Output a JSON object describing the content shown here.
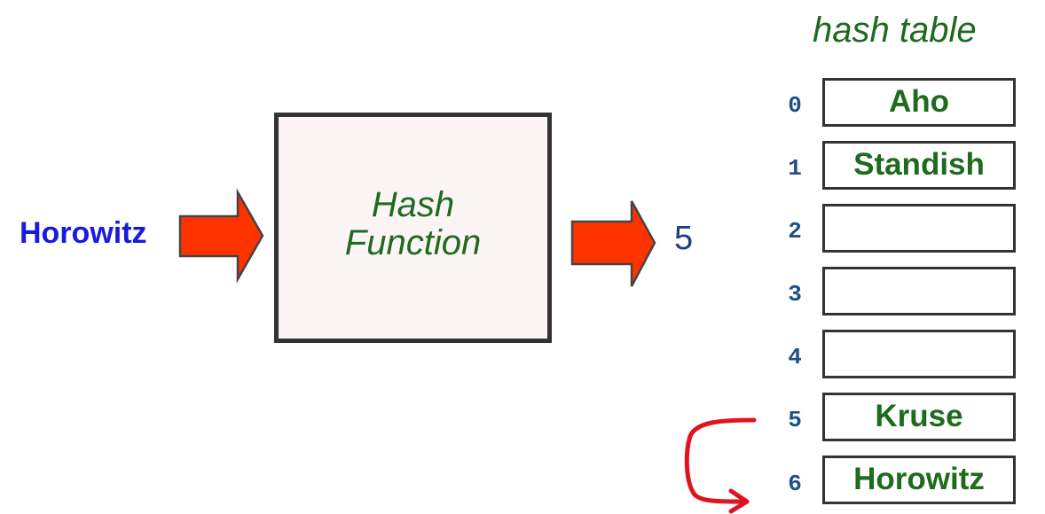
{
  "input": {
    "key": "Horowitz"
  },
  "hash_function": {
    "line1": "Hash",
    "line2": "Function"
  },
  "output": {
    "value": "5"
  },
  "hash_table": {
    "title": "hash table",
    "slots": [
      {
        "index": "0",
        "value": "Aho"
      },
      {
        "index": "1",
        "value": "Standish"
      },
      {
        "index": "2",
        "value": ""
      },
      {
        "index": "3",
        "value": ""
      },
      {
        "index": "4",
        "value": ""
      },
      {
        "index": "5",
        "value": "Kruse"
      },
      {
        "index": "6",
        "value": "Horowitz"
      }
    ]
  },
  "colors": {
    "arrow_fill": "#ff3300",
    "arrow_stroke": "#444444",
    "probe_arrow": "#e0141e",
    "input_text": "#1a1adf",
    "green_text": "#1e6b1e",
    "index_text": "#1f4f86",
    "box_fill": "#fdf4f6"
  }
}
